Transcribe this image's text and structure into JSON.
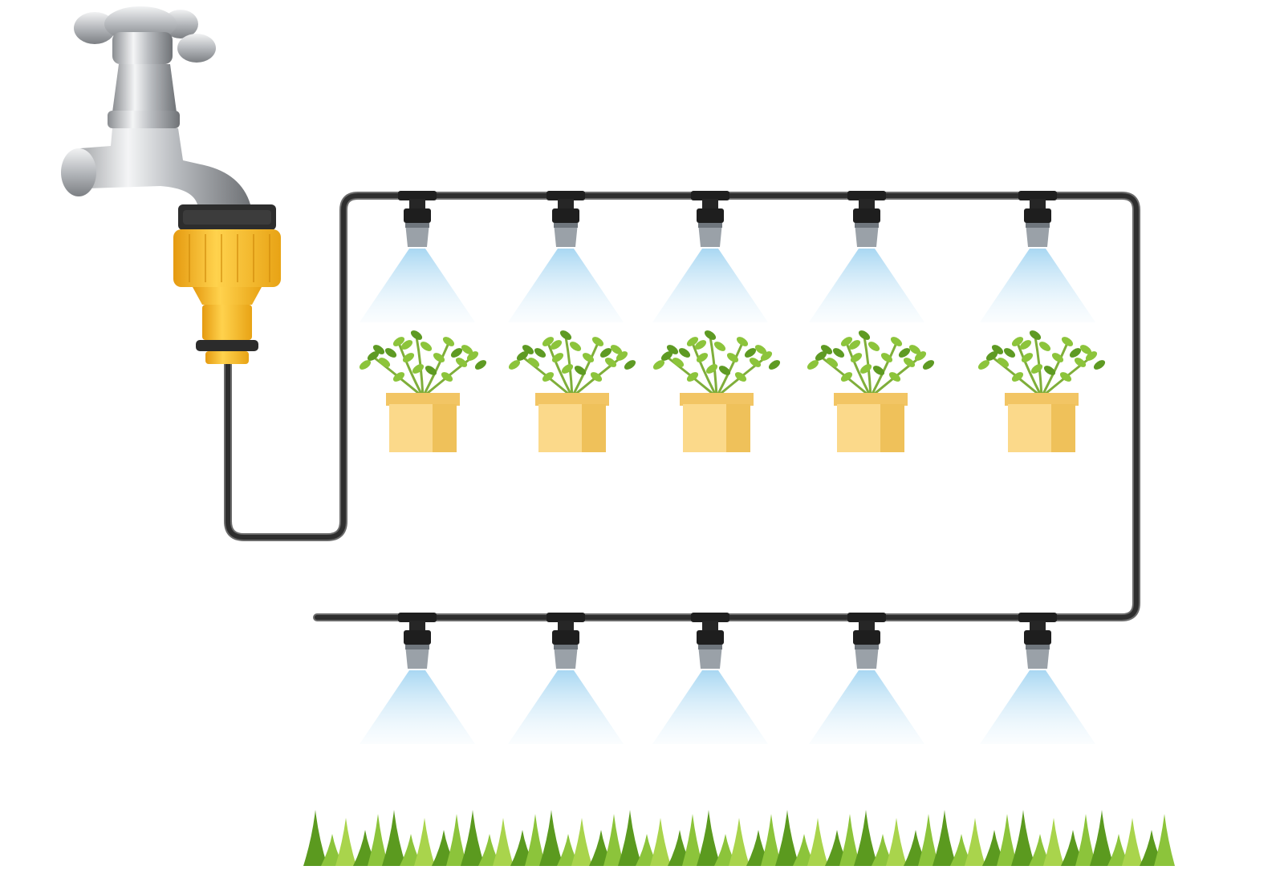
{
  "diagram": {
    "faucet": {
      "icon": "faucet-icon"
    },
    "adapter": {
      "icon": "hose-adapter-icon",
      "color": "#f7b82a"
    },
    "hose": {
      "color": "#3a3a3a"
    },
    "nozzles": {
      "icon": "mist-nozzle-icon",
      "top_row_count": 5,
      "bottom_row_count": 5,
      "spray_color": "#bfe3f6"
    },
    "plants": {
      "icon": "potted-plant-icon",
      "count": 5,
      "pot_color": "#fbd98a",
      "leaf_color": "#8cc43b"
    },
    "grass": {
      "icon": "grass-icon",
      "colors": [
        "#5b9a1f",
        "#8cc43b",
        "#a9d44c"
      ]
    }
  }
}
